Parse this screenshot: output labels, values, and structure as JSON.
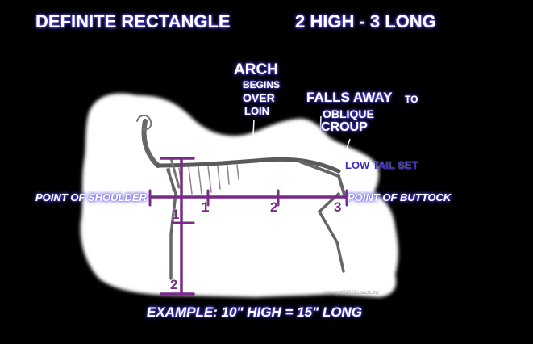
{
  "title_left": "DEFINITE RECTANGLE",
  "title_right": "2 HIGH - 3 LONG",
  "arch": {
    "line1": "ARCH",
    "line2": "BEGINS",
    "line3": "OVER",
    "line4": "LOIN"
  },
  "falls": {
    "line1": "FALLS AWAY",
    "to": "TO",
    "line2": "OBLIQUE",
    "line3": "CROUP"
  },
  "low_tail_set": "LOW TAIL SET",
  "point_of_shoulder": "POINT OF SHOULDER",
  "point_of_buttock": "POINT OF BUTTOCK",
  "length_marks": [
    "1",
    "1",
    "2",
    "3"
  ],
  "height_mark": "2",
  "example": "EXAMPLE: 10\" HIGH = 15\" LONG",
  "copyright": "copyright©2022uisactc.inc",
  "colors": {
    "measure": "#7a2a88",
    "glow": "#5b4bff",
    "coat": "#ffffff",
    "background": "#000000"
  }
}
